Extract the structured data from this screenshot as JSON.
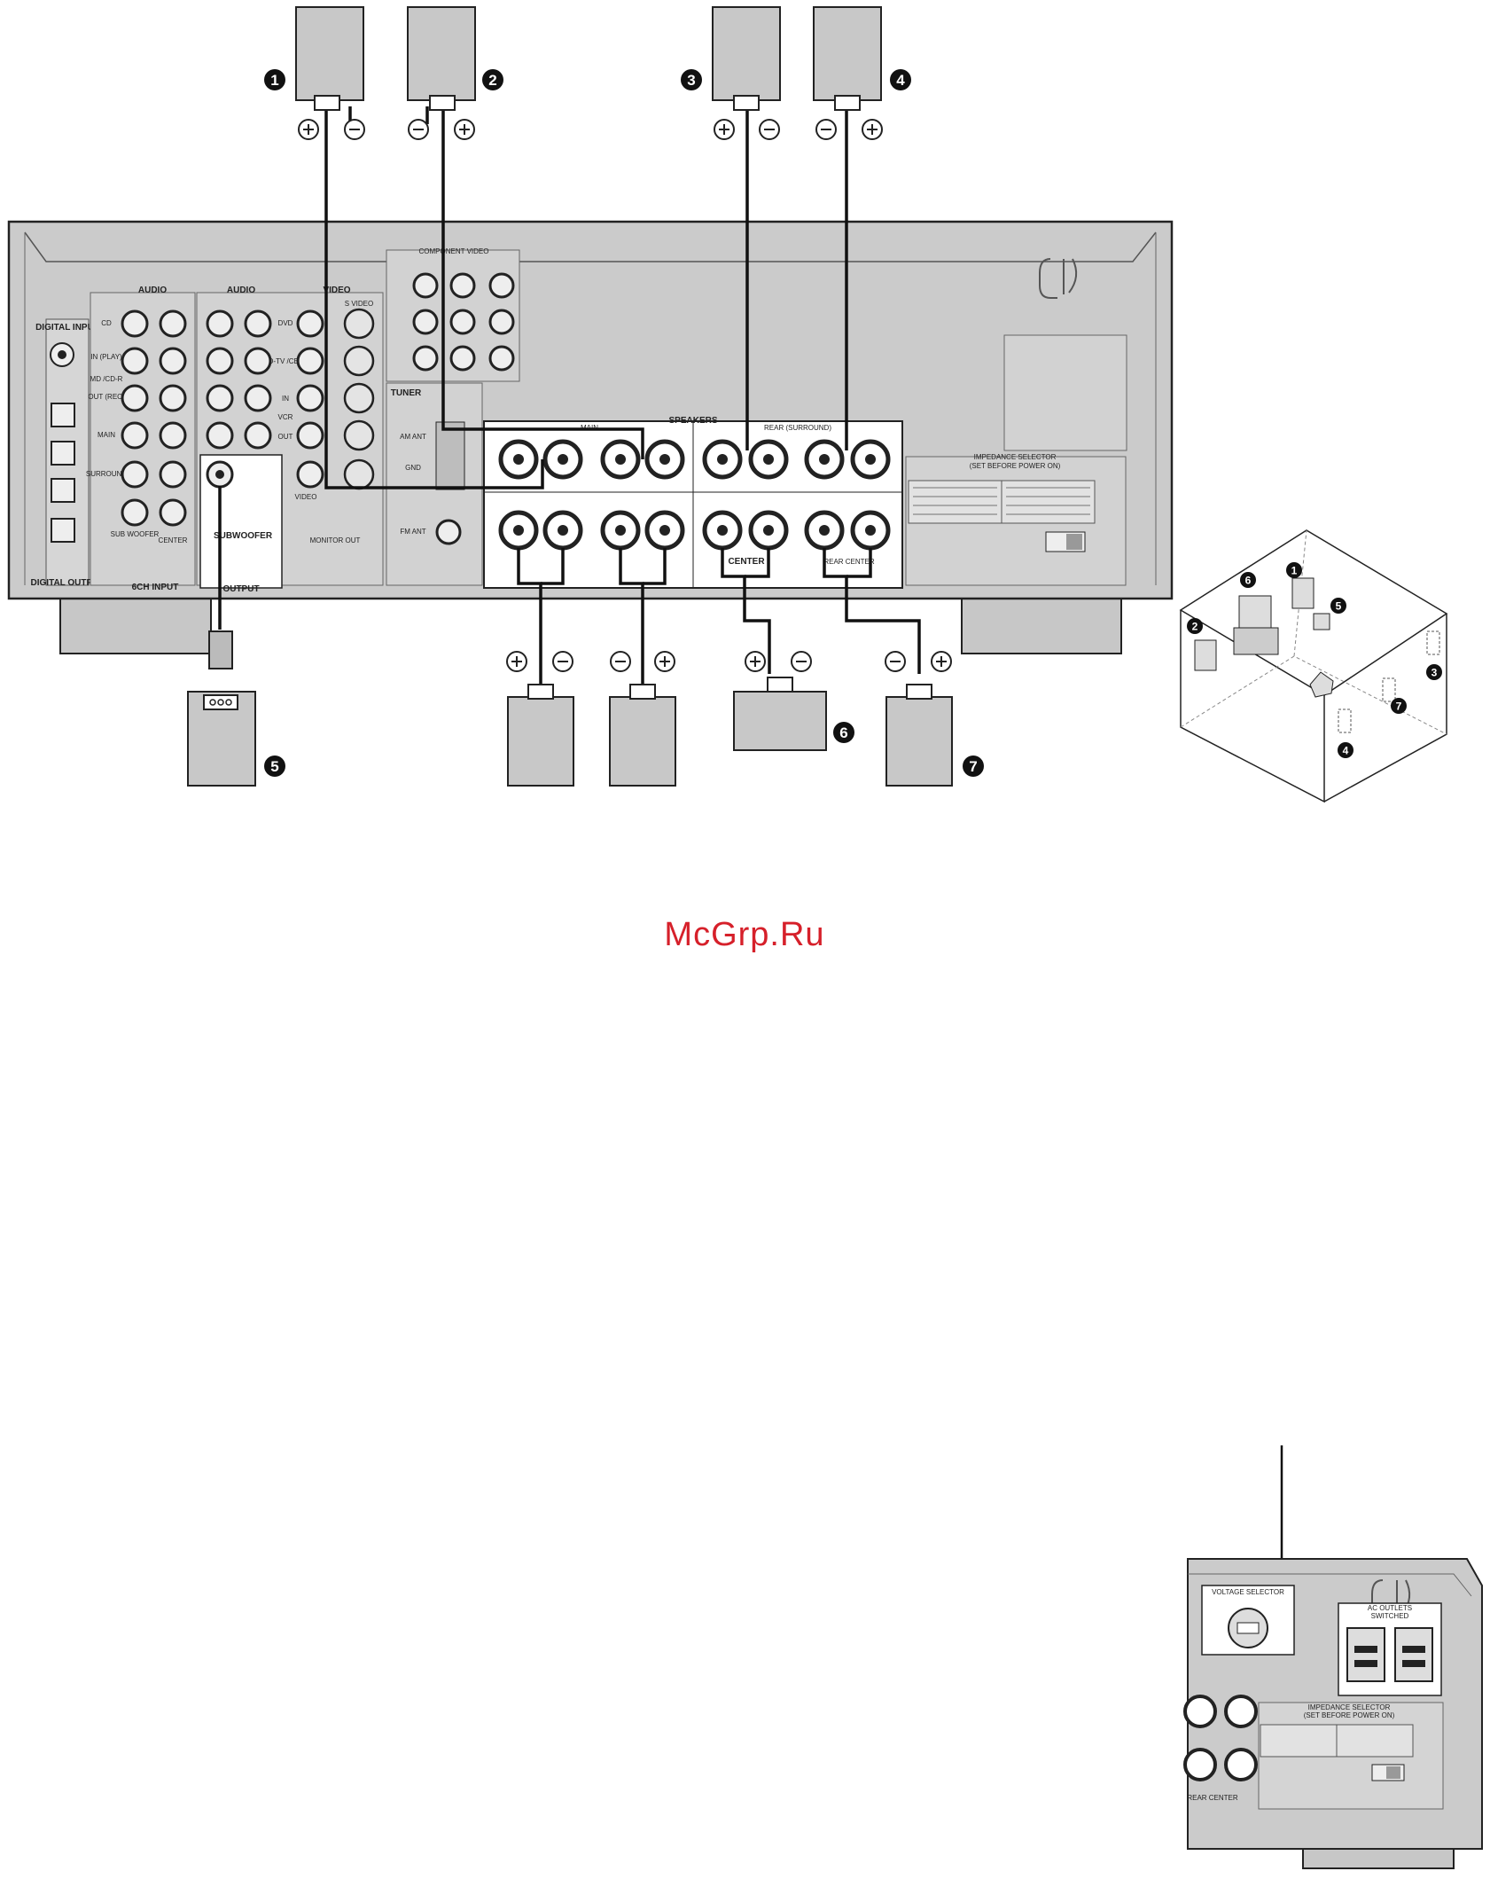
{
  "watermark": "McGrp.Ru",
  "panel": {
    "digital_input": "DIGITAL INPUT",
    "digital_output": "DIGITAL OUTPUT",
    "audio": "AUDIO",
    "video": "VIDEO",
    "svideo": "S VIDEO",
    "component_video": "COMPONENT VIDEO",
    "tuner": "TUNER",
    "speakers": "SPEAKERS",
    "main": "MAIN",
    "rear_surround": "REAR (SURROUND)",
    "center": "CENTER",
    "rear_center": "REAR CENTER",
    "subwoofer_output": "SUBWOOFER",
    "output": "OUTPUT",
    "six_ch_input": "6CH INPUT",
    "monitor_out": "MONITOR OUT",
    "impedance_selector": "IMPEDANCE SELECTOR",
    "set_before_power_on": "(SET BEFORE POWER ON)",
    "input_labels": [
      "CD",
      "IN (PLAY)",
      "MD /CD-R",
      "OUT (REC)",
      "MAIN",
      "SURROUND",
      "SUB WOOFER",
      "CENTER"
    ],
    "video_labels": [
      "DVD",
      "D-TV /CBL",
      "IN",
      "VCR",
      "OUT",
      "VIDEO"
    ],
    "am_ant": "AM ANT",
    "gnd": "GND",
    "fm_ant": "FM ANT"
  },
  "inset": {
    "voltage_selector": "VOLTAGE SELECTOR",
    "ac_outlets": "AC OUTLETS",
    "switched": "SWITCHED",
    "impedance_selector": "IMPEDANCE SELECTOR",
    "set_before_power_on": "(SET BEFORE POWER ON)",
    "rear_center": "REAR CENTER"
  },
  "speaker_numbers": [
    "1",
    "2",
    "3",
    "4",
    "5",
    "6",
    "7"
  ]
}
